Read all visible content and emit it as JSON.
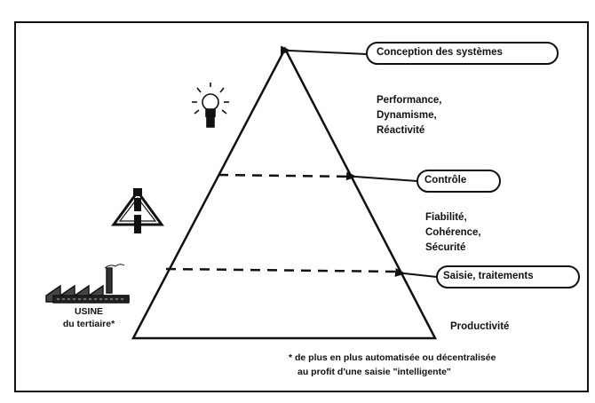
{
  "levels": [
    {
      "label": "Conception des systèmes",
      "qualities": [
        "Performance,",
        "Dynamisme,",
        "Réactivité"
      ],
      "icon": "lightbulb-icon"
    },
    {
      "label": "Contrôle",
      "qualities": [
        "Fiabilité,",
        "Cohérence,",
        "Sécurité"
      ],
      "icon": "warning-triangle-icon"
    },
    {
      "label": "Saisie, traitements",
      "qualities": [
        "Productivité"
      ],
      "icon": "factory-icon"
    }
  ],
  "usine": {
    "line1": "USINE",
    "line2": "du tertiaire*"
  },
  "footnote": {
    "line1": "* de plus en plus automatisée ou décentralisée",
    "line2": "au profit d'une saisie \"intelligente\""
  }
}
